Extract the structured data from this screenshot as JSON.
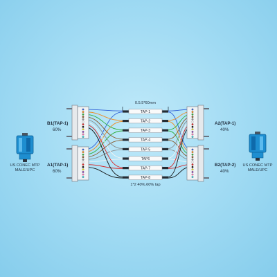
{
  "dimension_label": "0.5.5*60mm",
  "taps": [
    "TAP-1",
    "TAP-2",
    "TAP-3",
    "TAP-4",
    "TAP-5",
    "TAP6",
    "TAP-7",
    "TAP-8"
  ],
  "tap_caption": "1*2 40%.60% tap",
  "left_connector": {
    "line1": "US CONEC MTP",
    "line2": "MALE/UPC"
  },
  "right_connector": {
    "line1": "US CONEC MTP",
    "line2": "MALE/UPC"
  },
  "ports": {
    "b1": {
      "name": "B1(TAP-1)",
      "percent": "60%"
    },
    "a1": {
      "name": "A1(TAP-1)",
      "percent": "60%"
    },
    "a2": {
      "name": "A2(TAP-1)",
      "percent": "40%"
    },
    "b2": {
      "name": "B2(TAP-2)",
      "percent": "40%"
    }
  },
  "fiber_colors": [
    "#2f5fd6",
    "#f08a1e",
    "#2fae3c",
    "#8a5a2b",
    "#8e8e8e",
    "#f2f2f2",
    "#d82a2a",
    "#111111",
    "#e8d820",
    "#8b3fb4",
    "#f06fb0",
    "#35c7d6"
  ],
  "colors": {
    "background": "#9fdaf3",
    "connector": "#1e8ed0",
    "panel": "#f1f3f5"
  }
}
